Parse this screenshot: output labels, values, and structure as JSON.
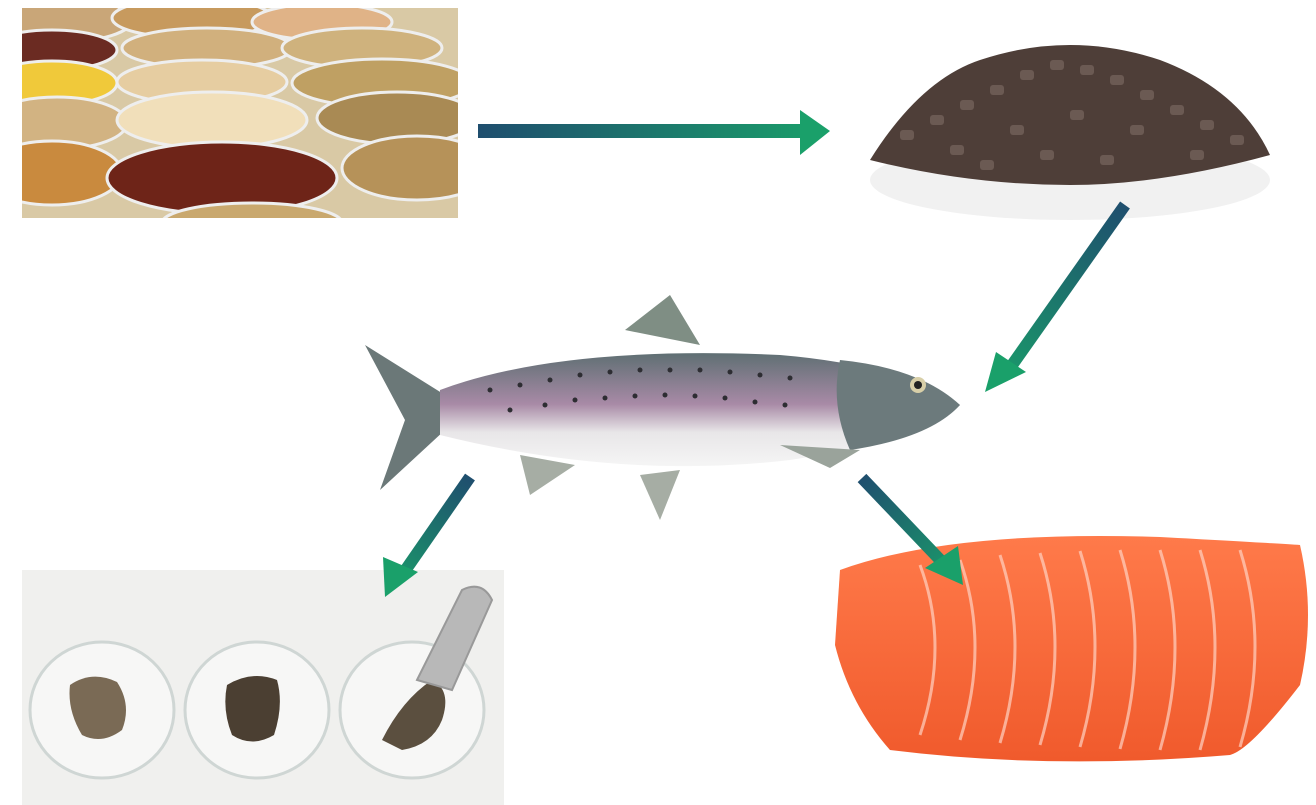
{
  "colors": {
    "arrow_start": "#1f4e6e",
    "arrow_end": "#1aa06a",
    "salmon": "#f4663c",
    "fish_back": "#6d7e80",
    "pellet": "#4a3a35"
  },
  "stages": [
    {
      "name": "feed-ingredients",
      "icon": "petri-dishes-with-powders"
    },
    {
      "name": "feed-pellets",
      "icon": "pile-of-pellets"
    },
    {
      "name": "fish",
      "icon": "rainbow-trout"
    },
    {
      "name": "fish-fillet",
      "icon": "salmon-fillet"
    },
    {
      "name": "fish-feces",
      "icon": "feces-in-petri-dishes"
    }
  ]
}
